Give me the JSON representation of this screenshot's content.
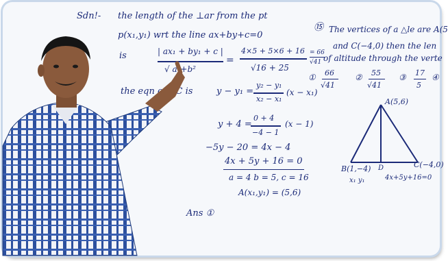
{
  "board": {
    "solution_label": "Sdn!-",
    "line1": "the length of the ⊥ar from the pt",
    "line2": "p(x₁,y₁) wrt the line ax+by+c=0",
    "line3_is": "is",
    "formula_num": "| ax₁ + by₁ + c |",
    "formula_den": "√ a²+b²",
    "formula_eq": "=",
    "sub_num": "4×5 + 5×6 + 16",
    "sub_den": "√16 + 25",
    "side_frac_num": "= 66",
    "side_frac_den": "√41",
    "eqn_label": "the eqn of BC is",
    "step1_lhs": "y − y₁ =",
    "step1_num": "y₂ − y₁",
    "step1_den": "x₂ − x₁",
    "step1_rhs": "(x − x₁)",
    "step2_lhs": "y + 4 =",
    "step2_num": "0 + 4",
    "step2_den": "−4 − 1",
    "step2_rhs": "(x − 1)",
    "step3": "−5y − 20 = 4x − 4",
    "step4": "4x + 5y + 16 = 0",
    "step5": "a = 4   b = 5,  c = 16",
    "step6": "A(x₁,y₁) = (5,6)",
    "answer": "Ans ①"
  },
  "question": {
    "number": "⑮",
    "line1": "The vertices of a △le are A(5",
    "line2": "and C(−4,0) then the len",
    "line3": "of altitude through the verte",
    "option1_mark": "①",
    "option1_num": "66",
    "option1_den": "√41",
    "option2_mark": "②",
    "option2_num": "55",
    "option2_den": "√41",
    "option3_mark": "③",
    "option3_num": "17",
    "option3_den": "5",
    "option4_mark": "④"
  },
  "diagram": {
    "vertex_a": "A(5,6)",
    "vertex_b": "B(1,−4)",
    "vertex_c": "C(−4,0)",
    "foot_d": "D",
    "under_b": "x₁  y₁",
    "line_bc": "4x+5y+16=0"
  },
  "colors": {
    "ink": "#1b2a78",
    "board": "#f6f8fb",
    "shirt_blue": "#2c4f9e",
    "skin": "#8a5a3c"
  }
}
